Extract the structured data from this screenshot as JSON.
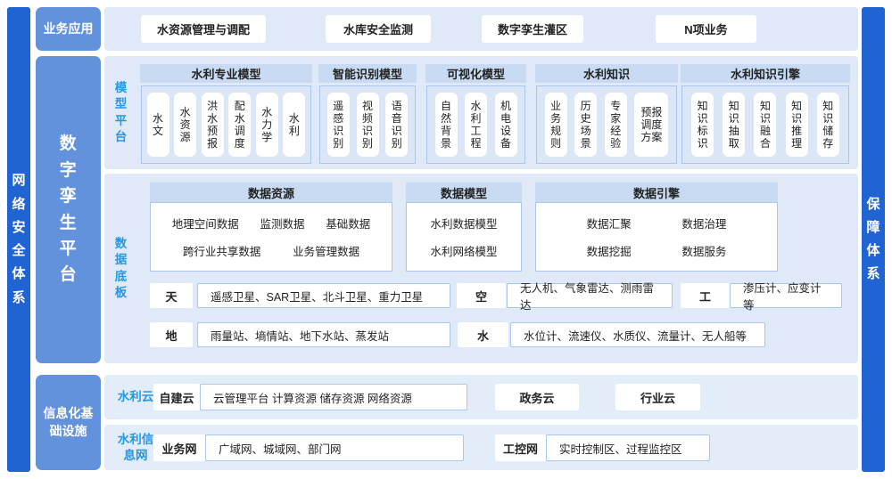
{
  "colors": {
    "side_bar": "#2063d2",
    "section_label": "#6392dc",
    "strip_bg": "#dfe9f8",
    "panel_header": "#c9dbf3",
    "panel_body": "#dbe6f7",
    "box_border": "#a9c7ec",
    "cyan_label_text": "#2596e8",
    "white": "#ffffff"
  },
  "sidebars": {
    "left": "网络安全体系",
    "right": "保障体系"
  },
  "business": {
    "label": "业务应用",
    "items": [
      "水资源管理与调配",
      "水库安全监测",
      "数字孪生灌区",
      "N项业务"
    ]
  },
  "dt": {
    "label": "数字孪生平台",
    "model": {
      "label": "模型平台",
      "groups": [
        {
          "title": "水利专业模型",
          "items": [
            "水文",
            "水资源",
            "洪水预报",
            "配水调度",
            "水力学",
            "水利"
          ]
        },
        {
          "title": "智能识别模型",
          "items": [
            "遥感识别",
            "视频识别",
            "语音识别"
          ]
        },
        {
          "title": "可视化模型",
          "items": [
            "自然背景",
            "水利工程",
            "机电设备"
          ]
        },
        {
          "title": "水利知识",
          "items": [
            "业务规则",
            "历史场景",
            "专家经验",
            "预报调度方案"
          ]
        },
        {
          "title": "水利知识引擎",
          "items": [
            "知识标识",
            "知识抽取",
            "知识融合",
            "知识推理",
            "知识储存"
          ]
        }
      ]
    },
    "data": {
      "label": "数据底板",
      "resource": {
        "title": "数据资源",
        "row1": [
          "地理空间数据",
          "监测数据",
          "基础数据"
        ],
        "row2": [
          "跨行业共享数据",
          "业务管理数据"
        ]
      },
      "model_panel": {
        "title": "数据模型",
        "rows": [
          "水利数据模型",
          "水利网络模型"
        ]
      },
      "engine": {
        "title": "数据引擎",
        "row1": [
          "数据汇聚",
          "数据治理"
        ],
        "row2": [
          "数据挖掘",
          "数据服务"
        ]
      },
      "sensors": {
        "sky": {
          "label": "天",
          "content": "遥感卫星、SAR卫星、北斗卫星、重力卫星"
        },
        "air": {
          "label": "空",
          "content": "无人机、气象雷达、测雨雷达"
        },
        "eng": {
          "label": "工",
          "content": "渗压计、应变计等"
        },
        "ground": {
          "label": "地",
          "content": "雨量站、墒情站、地下水站、蒸发站"
        },
        "water": {
          "label": "水",
          "content": "水位计、流速仪、水质仪、流量计、无人船等"
        }
      }
    }
  },
  "infra": {
    "label": "信息化基础设施",
    "cloud": {
      "label": "水利云",
      "tag": "自建云",
      "content": "云管理平台 计算资源 储存资源 网络资源",
      "gov": "政务云",
      "industry": "行业云"
    },
    "network": {
      "label": "水利信息网",
      "tag": "业务网",
      "content": "广域网、城域网、部门网",
      "tag2": "工控网",
      "content2": "实时控制区、过程监控区"
    }
  }
}
